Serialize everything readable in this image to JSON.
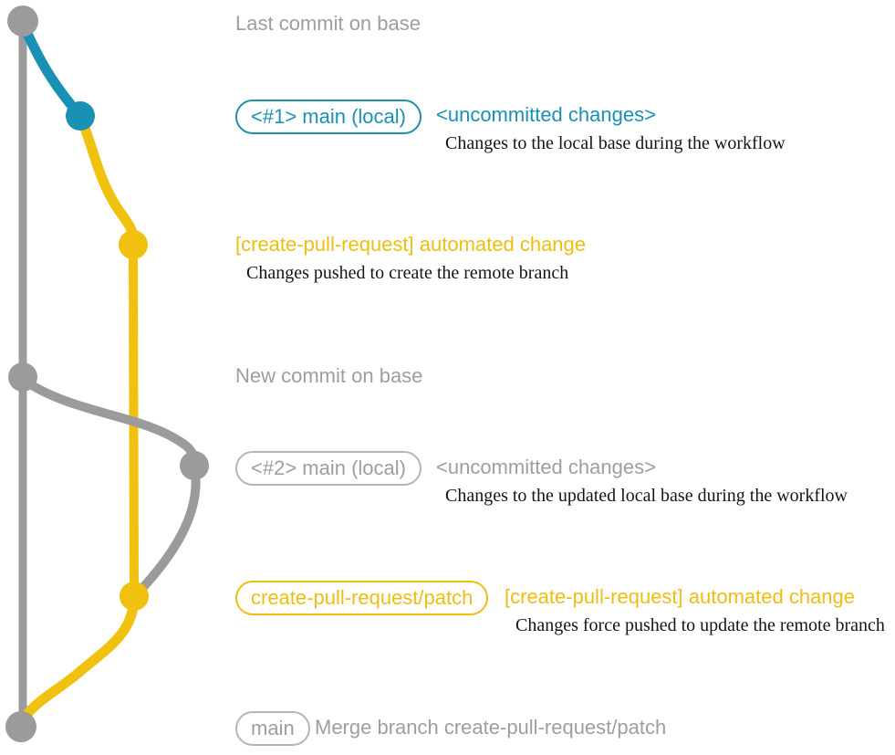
{
  "colors": {
    "base_branch_gray": "#9B9B9B",
    "local_main_blue": "#1891B5",
    "patch_branch_yellow": "#F0C10F",
    "label_gray": "#9E9E9E",
    "pill_border_gray": "#B5B5B5",
    "description_black": "#151515"
  },
  "labels": {
    "last_commit": "Last commit on base",
    "new_commit": "New commit on base"
  },
  "rows": {
    "uncommitted1": {
      "badge": "<#1> main (local)",
      "status": "<uncommitted changes>",
      "desc": "Changes to the local base during the workflow"
    },
    "automated1": {
      "title": "[create-pull-request] automated change",
      "desc": "Changes pushed to create the remote branch"
    },
    "uncommitted2": {
      "badge": "<#2> main (local)",
      "status": "<uncommitted changes>",
      "desc": "Changes to the updated local base during the workflow"
    },
    "automated2": {
      "badge": "create-pull-request/patch",
      "title": "[create-pull-request] automated change",
      "desc": "Changes force pushed to update the remote branch"
    },
    "merge": {
      "badge": "main",
      "title": "Merge branch create-pull-request/patch"
    }
  },
  "graph": {
    "branches": [
      {
        "name": "base",
        "color": "#9B9B9B"
      },
      {
        "name": "main (local)",
        "color": "#1891B5"
      },
      {
        "name": "create-pull-request/patch",
        "color": "#F0C10F"
      }
    ],
    "commit_sequence": [
      "last-commit-on-base",
      "local-uncommitted-changes-1",
      "automated-change-commit-1",
      "new-commit-on-base",
      "local-uncommitted-changes-2",
      "automated-change-commit-2",
      "merge-commit"
    ]
  }
}
